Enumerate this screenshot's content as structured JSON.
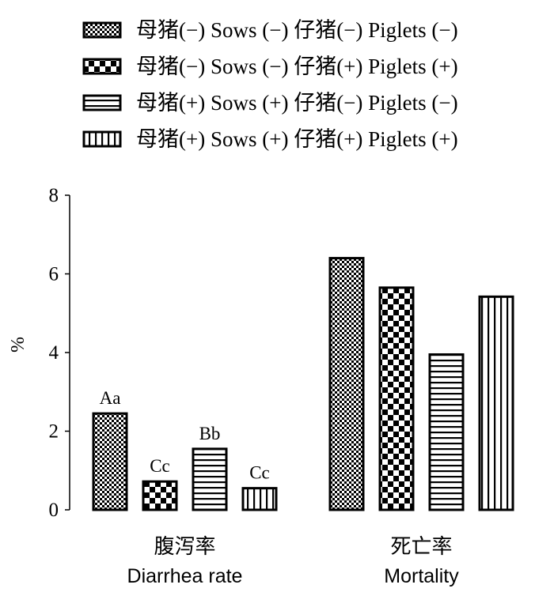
{
  "chart_data": {
    "type": "bar",
    "title": "",
    "ylabel": "%",
    "xlabel": "",
    "ylim": [
      0,
      8
    ],
    "yticks": [
      0,
      2,
      4,
      6,
      8
    ],
    "grid": false,
    "legend_position": "top-left",
    "categories": [
      {
        "zh": "腹泻率",
        "en": "Diarrhea rate"
      },
      {
        "zh": "死亡率",
        "en": "Mortality"
      }
    ],
    "series": [
      {
        "name": "母猪(−) Sows (−)  仔猪(−) Piglets (−)",
        "pattern": "fine-checker",
        "values": [
          2.45,
          6.4
        ],
        "labels": [
          "Aa",
          ""
        ]
      },
      {
        "name": "母猪(−) Sows (−)  仔猪(+) Piglets (+)",
        "pattern": "coarse-checker",
        "values": [
          0.72,
          5.65
        ],
        "labels": [
          "Cc",
          ""
        ]
      },
      {
        "name": "母猪(+) Sows (+)  仔猪(−) Piglets (−)",
        "pattern": "horizontal",
        "values": [
          1.55,
          3.95
        ],
        "labels": [
          "Bb",
          ""
        ]
      },
      {
        "name": "母猪(+) Sows (+)  仔猪(+) Piglets (+)",
        "pattern": "vertical",
        "values": [
          0.55,
          5.42
        ],
        "labels": [
          "Cc",
          ""
        ]
      }
    ],
    "colors": {
      "stroke": "#000000",
      "fill": "#ffffff",
      "pattern_ink": "#000000"
    }
  }
}
